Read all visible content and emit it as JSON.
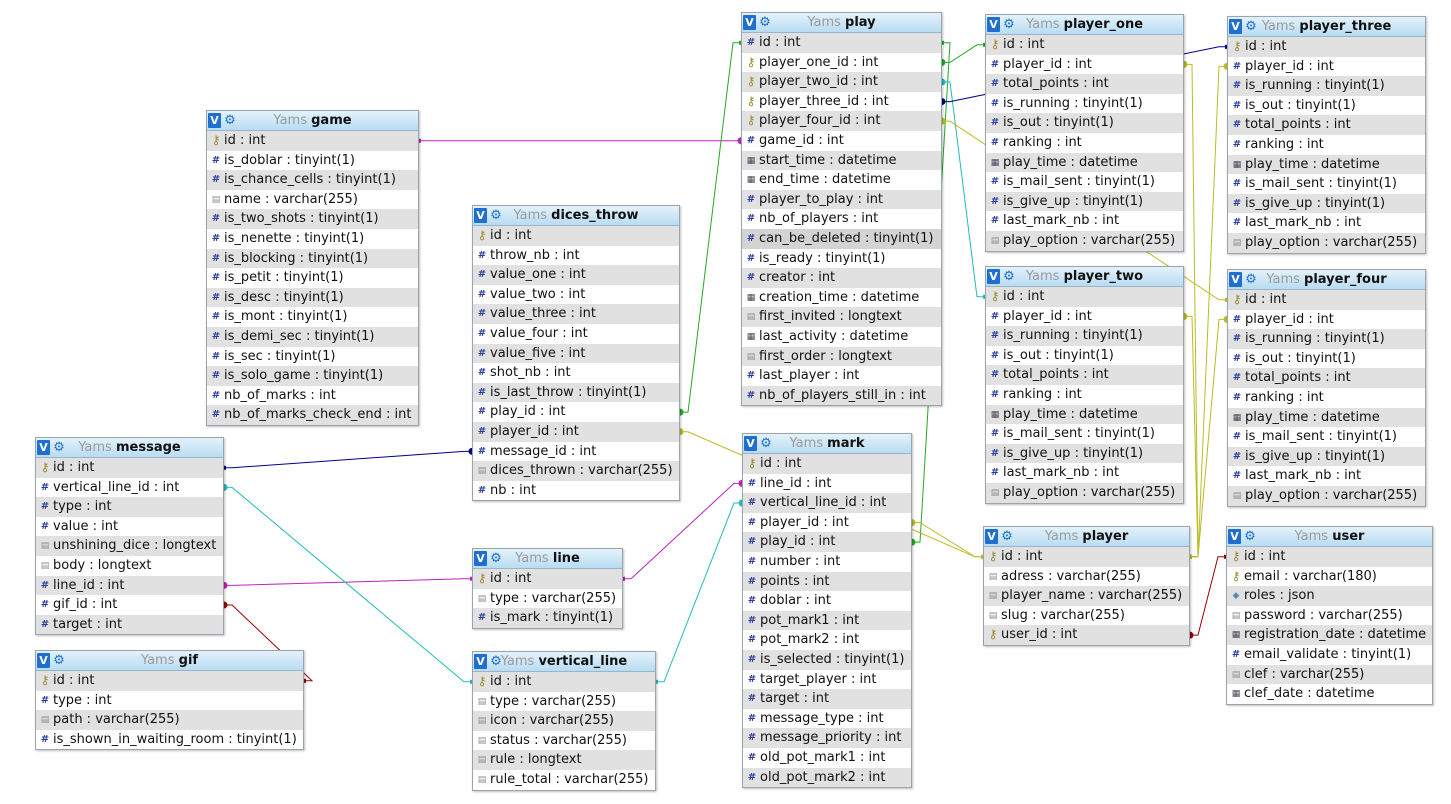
{
  "db_label": "Yams",
  "header_toggle": "V",
  "link_colors": {
    "green": "#22aa22",
    "navy": "#000088",
    "teal": "#22bbbb",
    "olive": "#bbbb22",
    "magenta": "#bb22bb",
    "darkred": "#990000"
  },
  "icons": {
    "key": "key-icon",
    "num": "numeric-icon",
    "str": "text-icon",
    "date": "datetime-icon",
    "json": "json-icon",
    "toggle": "toggle-icon",
    "options": "gear-icon"
  },
  "tables": {
    "game": {
      "name": "game",
      "columns": [
        {
          "text": "id : int",
          "icon": "key"
        },
        {
          "text": "is_doblar : tinyint(1)",
          "icon": "num"
        },
        {
          "text": "is_chance_cells : tinyint(1)",
          "icon": "num"
        },
        {
          "text": "name : varchar(255)",
          "icon": "str"
        },
        {
          "text": "is_two_shots : tinyint(1)",
          "icon": "num"
        },
        {
          "text": "is_nenette : tinyint(1)",
          "icon": "num"
        },
        {
          "text": "is_blocking : tinyint(1)",
          "icon": "num"
        },
        {
          "text": "is_petit : tinyint(1)",
          "icon": "num"
        },
        {
          "text": "is_desc : tinyint(1)",
          "icon": "num"
        },
        {
          "text": "is_mont : tinyint(1)",
          "icon": "num"
        },
        {
          "text": "is_demi_sec : tinyint(1)",
          "icon": "num"
        },
        {
          "text": "is_sec : tinyint(1)",
          "icon": "num"
        },
        {
          "text": "is_solo_game : tinyint(1)",
          "icon": "num"
        },
        {
          "text": "nb_of_marks : int",
          "icon": "num"
        },
        {
          "text": "nb_of_marks_check_end : int",
          "icon": "num"
        }
      ]
    },
    "dices_throw": {
      "name": "dices_throw",
      "columns": [
        {
          "text": "id : int",
          "icon": "key"
        },
        {
          "text": "throw_nb : int",
          "icon": "num"
        },
        {
          "text": "value_one : int",
          "icon": "num"
        },
        {
          "text": "value_two : int",
          "icon": "num"
        },
        {
          "text": "value_three : int",
          "icon": "num"
        },
        {
          "text": "value_four : int",
          "icon": "num"
        },
        {
          "text": "value_five : int",
          "icon": "num"
        },
        {
          "text": "shot_nb : int",
          "icon": "num"
        },
        {
          "text": "is_last_throw : tinyint(1)",
          "icon": "num"
        },
        {
          "text": "play_id : int",
          "icon": "num"
        },
        {
          "text": "player_id : int",
          "icon": "num"
        },
        {
          "text": "message_id : int",
          "icon": "num"
        },
        {
          "text": "dices_thrown : varchar(255)",
          "icon": "str"
        },
        {
          "text": "nb : int",
          "icon": "num"
        }
      ]
    },
    "play": {
      "name": "play",
      "columns": [
        {
          "text": "id : int",
          "icon": "num"
        },
        {
          "text": "player_one_id : int",
          "icon": "key"
        },
        {
          "text": "player_two_id : int",
          "icon": "key"
        },
        {
          "text": "player_three_id : int",
          "icon": "key"
        },
        {
          "text": "player_four_id : int",
          "icon": "key"
        },
        {
          "text": "game_id : int",
          "icon": "num"
        },
        {
          "text": "start_time : datetime",
          "icon": "date"
        },
        {
          "text": "end_time : datetime",
          "icon": "date"
        },
        {
          "text": "player_to_play : int",
          "icon": "num"
        },
        {
          "text": "nb_of_players : int",
          "icon": "num"
        },
        {
          "text": "can_be_deleted : tinyint(1)",
          "icon": "num",
          "highlight": true
        },
        {
          "text": "is_ready : tinyint(1)",
          "icon": "num"
        },
        {
          "text": "creator : int",
          "icon": "num"
        },
        {
          "text": "creation_time : datetime",
          "icon": "date"
        },
        {
          "text": "first_invited : longtext",
          "icon": "str"
        },
        {
          "text": "last_activity : datetime",
          "icon": "date"
        },
        {
          "text": "first_order : longtext",
          "icon": "str"
        },
        {
          "text": "last_player : int",
          "icon": "num"
        },
        {
          "text": "nb_of_players_still_in : int",
          "icon": "num"
        }
      ]
    },
    "player_one": {
      "name": "player_one",
      "columns": [
        {
          "text": "id : int",
          "icon": "key"
        },
        {
          "text": "player_id : int",
          "icon": "num"
        },
        {
          "text": "total_points : int",
          "icon": "num"
        },
        {
          "text": "is_running : tinyint(1)",
          "icon": "num"
        },
        {
          "text": "is_out : tinyint(1)",
          "icon": "num"
        },
        {
          "text": "ranking : int",
          "icon": "num"
        },
        {
          "text": "play_time : datetime",
          "icon": "date"
        },
        {
          "text": "is_mail_sent : tinyint(1)",
          "icon": "num"
        },
        {
          "text": "is_give_up : tinyint(1)",
          "icon": "num"
        },
        {
          "text": "last_mark_nb : int",
          "icon": "num"
        },
        {
          "text": "play_option : varchar(255)",
          "icon": "str"
        }
      ]
    },
    "player_three": {
      "name": "player_three",
      "columns": [
        {
          "text": "id : int",
          "icon": "key"
        },
        {
          "text": "player_id : int",
          "icon": "num"
        },
        {
          "text": "is_running : tinyint(1)",
          "icon": "num"
        },
        {
          "text": "is_out : tinyint(1)",
          "icon": "num"
        },
        {
          "text": "total_points : int",
          "icon": "num"
        },
        {
          "text": "ranking : int",
          "icon": "num"
        },
        {
          "text": "play_time : datetime",
          "icon": "date"
        },
        {
          "text": "is_mail_sent : tinyint(1)",
          "icon": "num"
        },
        {
          "text": "is_give_up : tinyint(1)",
          "icon": "num"
        },
        {
          "text": "last_mark_nb : int",
          "icon": "num"
        },
        {
          "text": "play_option : varchar(255)",
          "icon": "str"
        }
      ]
    },
    "player_two": {
      "name": "player_two",
      "columns": [
        {
          "text": "id : int",
          "icon": "key"
        },
        {
          "text": "player_id : int",
          "icon": "num"
        },
        {
          "text": "is_running : tinyint(1)",
          "icon": "num"
        },
        {
          "text": "is_out : tinyint(1)",
          "icon": "num"
        },
        {
          "text": "total_points : int",
          "icon": "num"
        },
        {
          "text": "ranking : int",
          "icon": "num"
        },
        {
          "text": "play_time : datetime",
          "icon": "date"
        },
        {
          "text": "is_mail_sent : tinyint(1)",
          "icon": "num"
        },
        {
          "text": "is_give_up : tinyint(1)",
          "icon": "num"
        },
        {
          "text": "last_mark_nb : int",
          "icon": "num"
        },
        {
          "text": "play_option : varchar(255)",
          "icon": "str"
        }
      ]
    },
    "player_four": {
      "name": "player_four",
      "columns": [
        {
          "text": "id : int",
          "icon": "key"
        },
        {
          "text": "player_id : int",
          "icon": "num"
        },
        {
          "text": "is_running : tinyint(1)",
          "icon": "num"
        },
        {
          "text": "is_out : tinyint(1)",
          "icon": "num"
        },
        {
          "text": "total_points : int",
          "icon": "num"
        },
        {
          "text": "ranking : int",
          "icon": "num"
        },
        {
          "text": "play_time : datetime",
          "icon": "date"
        },
        {
          "text": "is_mail_sent : tinyint(1)",
          "icon": "num"
        },
        {
          "text": "is_give_up : tinyint(1)",
          "icon": "num"
        },
        {
          "text": "last_mark_nb : int",
          "icon": "num"
        },
        {
          "text": "play_option : varchar(255)",
          "icon": "str"
        }
      ]
    },
    "message": {
      "name": "message",
      "columns": [
        {
          "text": "id : int",
          "icon": "key"
        },
        {
          "text": "vertical_line_id : int",
          "icon": "num"
        },
        {
          "text": "type : int",
          "icon": "num"
        },
        {
          "text": "value : int",
          "icon": "num"
        },
        {
          "text": "unshining_dice : longtext",
          "icon": "str"
        },
        {
          "text": "body : longtext",
          "icon": "str"
        },
        {
          "text": "line_id : int",
          "icon": "num"
        },
        {
          "text": "gif_id : int",
          "icon": "num"
        },
        {
          "text": "target : int",
          "icon": "num"
        }
      ]
    },
    "mark": {
      "name": "mark",
      "columns": [
        {
          "text": "id : int",
          "icon": "key"
        },
        {
          "text": "line_id : int",
          "icon": "num"
        },
        {
          "text": "vertical_line_id : int",
          "icon": "num"
        },
        {
          "text": "player_id : int",
          "icon": "num"
        },
        {
          "text": "play_id : int",
          "icon": "num"
        },
        {
          "text": "number : int",
          "icon": "num"
        },
        {
          "text": "points : int",
          "icon": "num"
        },
        {
          "text": "doblar : int",
          "icon": "num"
        },
        {
          "text": "pot_mark1 : int",
          "icon": "num"
        },
        {
          "text": "pot_mark2 : int",
          "icon": "num"
        },
        {
          "text": "is_selected : tinyint(1)",
          "icon": "num"
        },
        {
          "text": "target_player : int",
          "icon": "num"
        },
        {
          "text": "target : int",
          "icon": "num"
        },
        {
          "text": "message_type : int",
          "icon": "num"
        },
        {
          "text": "message_priority : int",
          "icon": "num"
        },
        {
          "text": "old_pot_mark1 : int",
          "icon": "num"
        },
        {
          "text": "old_pot_mark2 : int",
          "icon": "num"
        }
      ]
    },
    "line": {
      "name": "line",
      "columns": [
        {
          "text": "id : int",
          "icon": "key"
        },
        {
          "text": "type : varchar(255)",
          "icon": "str"
        },
        {
          "text": "is_mark : tinyint(1)",
          "icon": "num"
        }
      ]
    },
    "player": {
      "name": "player",
      "columns": [
        {
          "text": "id : int",
          "icon": "key"
        },
        {
          "text": "adress : varchar(255)",
          "icon": "str"
        },
        {
          "text": "player_name : varchar(255)",
          "icon": "str"
        },
        {
          "text": "slug : varchar(255)",
          "icon": "str"
        },
        {
          "text": "user_id : int",
          "icon": "key"
        }
      ]
    },
    "user": {
      "name": "user",
      "columns": [
        {
          "text": "id : int",
          "icon": "key"
        },
        {
          "text": "email : varchar(180)",
          "icon": "key"
        },
        {
          "text": "roles : json",
          "icon": "json"
        },
        {
          "text": "password : varchar(255)",
          "icon": "str"
        },
        {
          "text": "registration_date : datetime",
          "icon": "date"
        },
        {
          "text": "email_validate : tinyint(1)",
          "icon": "num"
        },
        {
          "text": "clef : varchar(255)",
          "icon": "str"
        },
        {
          "text": "clef_date : datetime",
          "icon": "date"
        }
      ]
    },
    "gif": {
      "name": "gif",
      "columns": [
        {
          "text": "id : int",
          "icon": "key"
        },
        {
          "text": "type : int",
          "icon": "num"
        },
        {
          "text": "path : varchar(255)",
          "icon": "str"
        },
        {
          "text": "is_shown_in_waiting_room : tinyint(1)",
          "icon": "num"
        }
      ]
    },
    "vertical_line": {
      "name": "vertical_line",
      "columns": [
        {
          "text": "id : int",
          "icon": "key"
        },
        {
          "text": "type : varchar(255)",
          "icon": "str"
        },
        {
          "text": "icon : varchar(255)",
          "icon": "str"
        },
        {
          "text": "status : varchar(255)",
          "icon": "str"
        },
        {
          "text": "rule : longtext",
          "icon": "str"
        },
        {
          "text": "rule_total : varchar(255)",
          "icon": "str"
        }
      ]
    }
  },
  "relations": [
    {
      "from": "game.id",
      "to": "play.game_id",
      "color": "magenta"
    },
    {
      "from": "play.id",
      "to": "dices_throw.play_id",
      "color": "green"
    },
    {
      "from": "play.id",
      "to": "mark.play_id",
      "color": "green"
    },
    {
      "from": "player_one.id",
      "to": "play.player_one_id",
      "color": "green"
    },
    {
      "from": "player_two.id",
      "to": "play.player_two_id",
      "color": "teal"
    },
    {
      "from": "player_three.id",
      "to": "play.player_three_id",
      "color": "navy"
    },
    {
      "from": "player_four.id",
      "to": "play.player_four_id",
      "color": "olive"
    },
    {
      "from": "player.id",
      "to": "player_one.player_id",
      "color": "olive"
    },
    {
      "from": "player.id",
      "to": "player_two.player_id",
      "color": "olive"
    },
    {
      "from": "player.id",
      "to": "player_three.player_id",
      "color": "olive"
    },
    {
      "from": "player.id",
      "to": "player_four.player_id",
      "color": "olive"
    },
    {
      "from": "player.id",
      "to": "dices_throw.player_id",
      "color": "olive"
    },
    {
      "from": "player.id",
      "to": "mark.player_id",
      "color": "olive"
    },
    {
      "from": "message.id",
      "to": "dices_throw.message_id",
      "color": "navy"
    },
    {
      "from": "line.id",
      "to": "message.line_id",
      "color": "magenta"
    },
    {
      "from": "line.id",
      "to": "mark.line_id",
      "color": "magenta"
    },
    {
      "from": "vertical_line.id",
      "to": "message.vertical_line_id",
      "color": "teal"
    },
    {
      "from": "vertical_line.id",
      "to": "mark.vertical_line_id",
      "color": "teal"
    },
    {
      "from": "gif.id",
      "to": "message.gif_id",
      "color": "darkred"
    },
    {
      "from": "user.id",
      "to": "player.user_id",
      "color": "darkred"
    }
  ]
}
